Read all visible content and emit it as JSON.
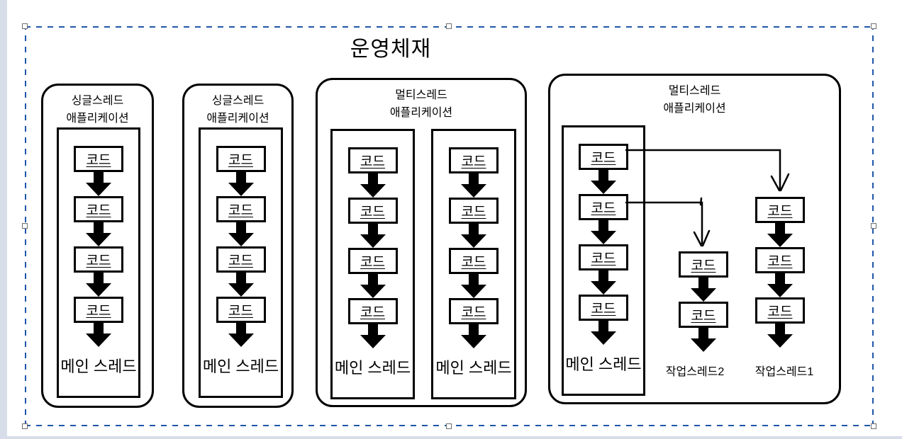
{
  "canvas": {
    "title": "운영체재",
    "colors": {
      "stroke": "#000000",
      "selection_dash": "#1f56a8",
      "edge_strip": "#d8dee9",
      "background": "#ffffff"
    }
  },
  "labels": {
    "code": "코드"
  },
  "groups": [
    {
      "type": "single-thread",
      "title": [
        "싱글스레드",
        "애플리케이션"
      ],
      "threads": [
        {
          "label": "메인 스레드",
          "code_boxes": 4
        }
      ]
    },
    {
      "type": "single-thread",
      "title": [
        "싱글스레드",
        "애플리케이션"
      ],
      "threads": [
        {
          "label": "메인 스레드",
          "code_boxes": 4
        }
      ]
    },
    {
      "type": "multi-thread",
      "title": [
        "멀티스레드",
        "애플리케이션"
      ],
      "threads": [
        {
          "label": "메인 스레드",
          "code_boxes": 4
        },
        {
          "label": "메인 스레드",
          "code_boxes": 4
        }
      ]
    },
    {
      "type": "multi-thread-workers",
      "title": [
        "멀티스레드",
        "애플리케이션"
      ],
      "threads": [
        {
          "label": "메인 스레드",
          "code_boxes": 4
        },
        {
          "label": "작업스레드2",
          "code_boxes": 2
        },
        {
          "label": "작업스레드1",
          "code_boxes": 3
        }
      ]
    }
  ]
}
